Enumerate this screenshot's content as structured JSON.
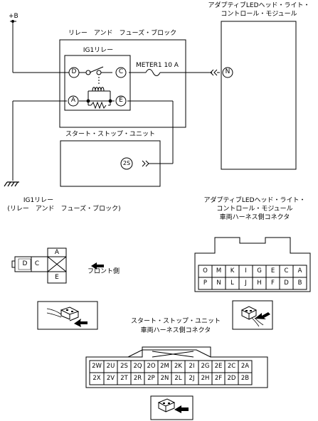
{
  "wiring": {
    "power_label": "+B",
    "relay_fuse_block_title": "リレー　アンド　フューズ・ブロック",
    "relay_name": "IG1リレー",
    "fuse_label": "METER1 10 A",
    "relay_terminals": [
      "D",
      "C",
      "A",
      "E"
    ],
    "start_stop_unit_title": "スタート・ストップ・ユニット",
    "start_stop_terminal": "2S",
    "led_module_title": [
      "アダプティブLEDヘッド・ライト・",
      "コントロール・モジュール"
    ],
    "led_module_terminal": "N"
  },
  "relay_connector": {
    "title": [
      "IG1リレー",
      "(リレー　アンド　フューズ・ブロック)"
    ],
    "front_side_label": "フロント側",
    "pins_left": [
      "D",
      "C"
    ],
    "pins_right": [
      "A",
      "E"
    ]
  },
  "led_connector": {
    "title": [
      "アダプティブLEDヘッド・ライト・",
      "コントロール・モジュール",
      "車両ハーネス側コネクタ"
    ],
    "row1": [
      "O",
      "M",
      "K",
      "I",
      "G",
      "E",
      "C",
      "A"
    ],
    "row2": [
      "P",
      "N",
      "L",
      "J",
      "H",
      "F",
      "D",
      "B"
    ]
  },
  "ss_connector": {
    "title": [
      "スタート・ストップ・ユニット",
      "車両ハーネス側コネクタ"
    ],
    "row1": [
      "2W",
      "2U",
      "2S",
      "2Q",
      "2O",
      "2M",
      "2K",
      "2I",
      "2G",
      "2E",
      "2C",
      "2A"
    ],
    "row2": [
      "2X",
      "2V",
      "2T",
      "2R",
      "2P",
      "2N",
      "2L",
      "2J",
      "2H",
      "2F",
      "2D",
      "2B"
    ]
  }
}
